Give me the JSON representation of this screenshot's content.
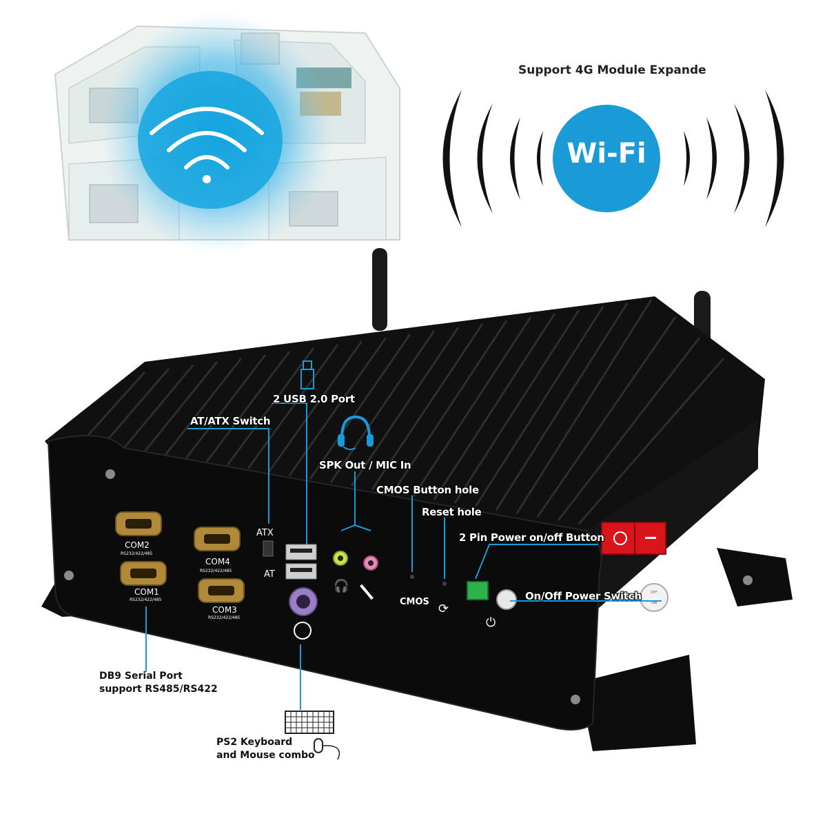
{
  "heading": "Support 4G Module Expande",
  "wifi_badge": "Wi-Fi",
  "callouts": {
    "usb": "2 USB 2.0 Port",
    "atx_switch": "AT/ATX Switch",
    "audio": "SPK Out / MIC In",
    "cmos_hole": "CMOS Button hole",
    "reset_hole": "Reset hole",
    "power_button": "2 Pin Power on/off Button",
    "power_switch": "On/Off  Power Switch"
  },
  "bottom_labels": {
    "db9_line1": "DB9 Serial Port",
    "db9_line2": "support RS485/RS422",
    "ps2_line1": "PS2 Keyboard",
    "ps2_line2": "and Mouse combo"
  },
  "panel": {
    "com2": "COM2",
    "com4": "COM4",
    "com1": "COM1",
    "com3": "COM3",
    "rs_label": "RS232/422/485",
    "atx": "ATX",
    "at": "AT",
    "cmos": "CMOS"
  },
  "switch_sticker": {
    "off": "OFF",
    "on": "ON"
  },
  "colors": {
    "wifi_blue": "#1a9ad6",
    "power_red": "#d9151b",
    "terminal_green": "#2fb24a",
    "chassis": "#141414"
  }
}
